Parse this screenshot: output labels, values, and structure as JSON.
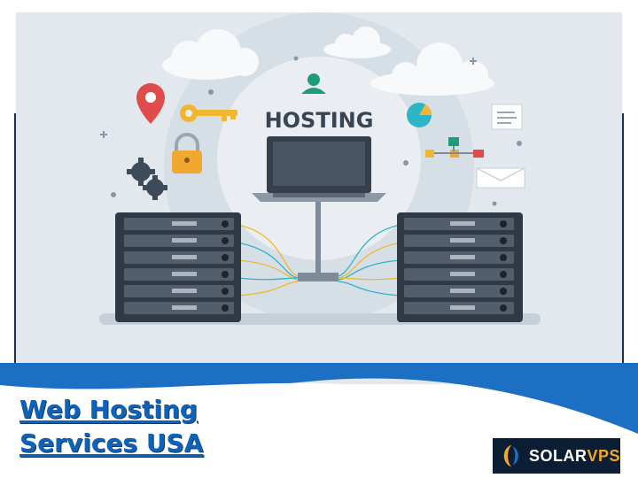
{
  "hero": {
    "sign_text": "HOSTING",
    "background_color": "#e3e8ee",
    "icons": [
      "cloud-icon",
      "user-icon",
      "location-pin-icon",
      "key-icon",
      "padlock-icon",
      "gears-icon",
      "pie-chart-icon",
      "document-icon",
      "network-icon",
      "envelope-icon",
      "laptop-icon",
      "server-rack-icon"
    ]
  },
  "title": {
    "line1": "Web Hosting",
    "line2": "Services USA",
    "color": "#0e62b8"
  },
  "logo": {
    "part1": "SOLAR",
    "part2": "VPS",
    "accent_color": "#f5a623",
    "background": "#0c1e33"
  }
}
